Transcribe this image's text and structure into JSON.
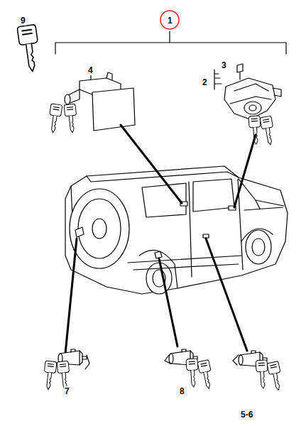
{
  "diagram": {
    "labels": [
      "9",
      "1",
      "4",
      "3",
      "2",
      "7",
      "8",
      "5-6"
    ]
  }
}
